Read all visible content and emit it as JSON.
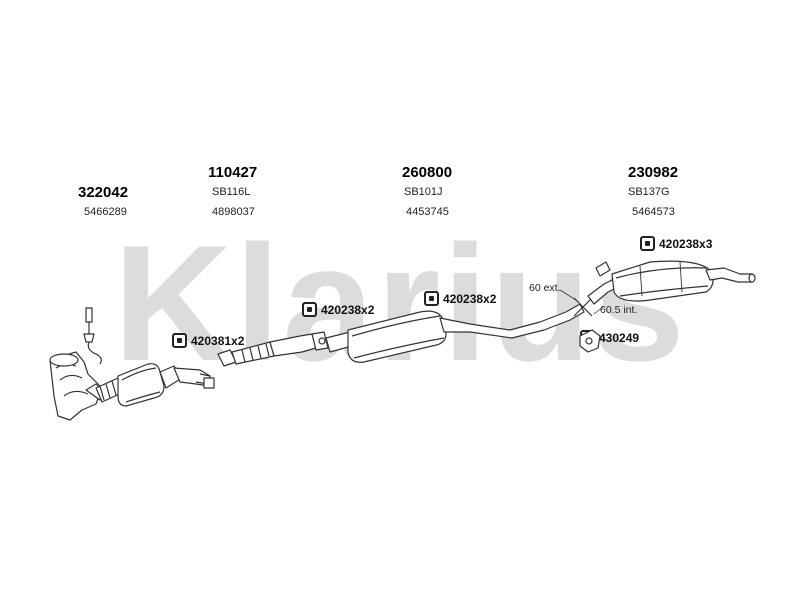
{
  "watermark": {
    "text": "Klarius",
    "color": "#dcdcdc"
  },
  "parts": [
    {
      "number": "322042",
      "ref": "5466289"
    },
    {
      "number": "110427",
      "ref": "SB116L\n4898037",
      "code": "SB116L",
      "oem": "4898037"
    },
    {
      "number": "260800",
      "code": "SB101J",
      "oem": "4453745"
    },
    {
      "number": "230982",
      "code": "SB137G",
      "oem": "5464573"
    }
  ],
  "fittings": [
    {
      "label": "420381x2"
    },
    {
      "label": "420238x2"
    },
    {
      "label": "420238x2"
    },
    {
      "label": "420238x3"
    },
    {
      "label": "430249"
    }
  ],
  "dimensions": {
    "ext": "60 ext.",
    "int": "60.5 int."
  },
  "colors": {
    "line": "#333333",
    "fill": "#ffffff",
    "shade": "#bbbbbb"
  }
}
